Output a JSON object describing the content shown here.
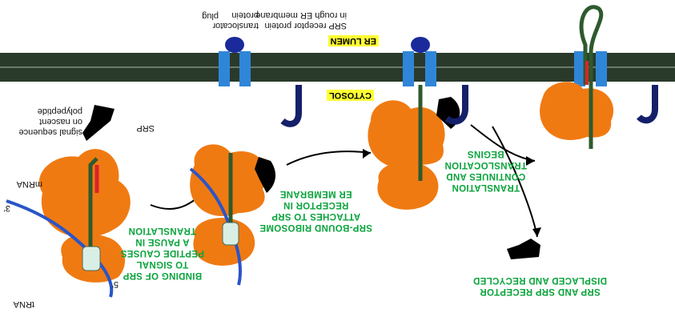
{
  "labels": {
    "er_lumen": "ER LUMEN",
    "cytosol": "CYTOSOL",
    "translocator_protein": "translocator\nprotein",
    "plug": "plug",
    "srp_receptor": "SRP receptor protein\nin rough ER membrane",
    "signal_sequence": "signal sequence\non nascent\npolypeptide",
    "srp": "SRP",
    "mrna": "mRNA",
    "trna": "tRNA",
    "five_prime": "5'",
    "three_prime": "3'"
  },
  "steps": {
    "step1": "BINDING OF SRP\nTO SIGNAL\nPEPTIDE CAUSES\nA PAUSE IN\nTRANSLATION",
    "step2": "SRP-BOUND RIBOSOME\nATTACHES TO SRP\nRECEPTOR IN\nER MEMBRANE",
    "step3": "TRANSLATION\nCONTINUES AND\nTRANSLOCATION\nBEGINS",
    "step4": "SRP AND SRP RECEPTOR\nDISPLACED AND RECYCLED"
  },
  "colors": {
    "ribosome": "#f07a12",
    "membrane": "#2a3a2a",
    "translocator": "#2f86d8",
    "plug": "#1a2a9a",
    "receptor": "#15206a",
    "srp": "#000000",
    "mrna": "#2a55c8",
    "polypeptide": "#2e5a2e",
    "signal": "#d8242a",
    "trna": "#d9efe6",
    "step_text": "#0aa43c",
    "tag_bg": "#ffff33"
  }
}
